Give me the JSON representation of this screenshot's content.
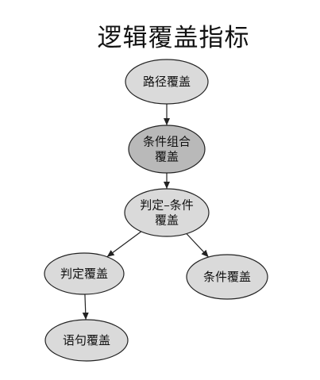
{
  "title": "逻辑覆盖指标",
  "colors": {
    "node_light": "#dadada",
    "node_dark": "#b9b9b9",
    "stroke": "#222222"
  },
  "nodes": [
    {
      "id": "path",
      "lines": [
        "路径覆盖"
      ],
      "shade": "light"
    },
    {
      "id": "multi-condition",
      "lines": [
        "条件组合",
        "覆盖"
      ],
      "shade": "dark"
    },
    {
      "id": "decision-condition",
      "lines": [
        "判定–条件",
        "覆盖"
      ],
      "shade": "light"
    },
    {
      "id": "decision",
      "lines": [
        "判定覆盖"
      ],
      "shade": "light"
    },
    {
      "id": "condition",
      "lines": [
        "条件覆盖"
      ],
      "shade": "light"
    },
    {
      "id": "statement",
      "lines": [
        "语句覆盖"
      ],
      "shade": "light"
    }
  ],
  "edges": [
    {
      "from": "path",
      "to": "multi-condition"
    },
    {
      "from": "multi-condition",
      "to": "decision-condition"
    },
    {
      "from": "decision-condition",
      "to": "decision"
    },
    {
      "from": "decision-condition",
      "to": "condition"
    },
    {
      "from": "decision",
      "to": "statement"
    }
  ]
}
